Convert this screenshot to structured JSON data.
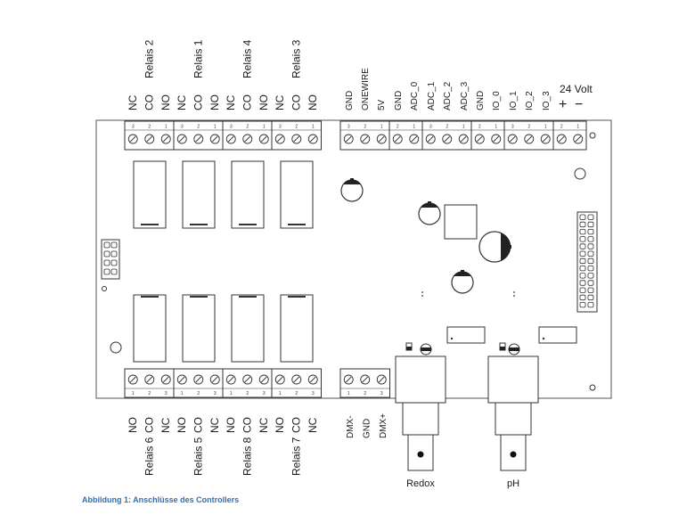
{
  "diagram": {
    "relays_top": [
      {
        "name": "Relais 2",
        "pins": [
          "NC",
          "CO",
          "NO"
        ]
      },
      {
        "name": "Relais 1",
        "pins": [
          "NC",
          "CO",
          "NO"
        ]
      },
      {
        "name": "Relais 4",
        "pins": [
          "NC",
          "CO",
          "NO"
        ]
      },
      {
        "name": "Relais 3",
        "pins": [
          "NC",
          "CO",
          "NO"
        ]
      }
    ],
    "relays_bottom": [
      {
        "name": "Relais 6",
        "pins": [
          "NO",
          "CO",
          "NC"
        ]
      },
      {
        "name": "Relais 5",
        "pins": [
          "NO",
          "CO",
          "NC"
        ]
      },
      {
        "name": "Relais 8",
        "pins": [
          "NO",
          "CO",
          "NC"
        ]
      },
      {
        "name": "Relais 7",
        "pins": [
          "NO",
          "CO",
          "NC"
        ]
      }
    ],
    "top_signals": [
      "GND",
      "ONEWIRE",
      "5V",
      "GND",
      "ADC_0",
      "ADC_1",
      "ADC_2",
      "ADC_3",
      "GND",
      "IO_0",
      "IO_1",
      "IO_2",
      "IO_3"
    ],
    "power": {
      "label": "24 Volt",
      "plus": "+",
      "minus": "−"
    },
    "dmx": [
      "DMX-",
      "GND",
      "DMX+"
    ],
    "bnc": [
      "Redox",
      "pH"
    ],
    "pin_numbers_top": [
      "3",
      "2",
      "1"
    ],
    "pin_numbers_bottom": [
      "1",
      "2",
      "3"
    ]
  },
  "caption": "Abbildung 1: Anschlüsse des Controllers"
}
